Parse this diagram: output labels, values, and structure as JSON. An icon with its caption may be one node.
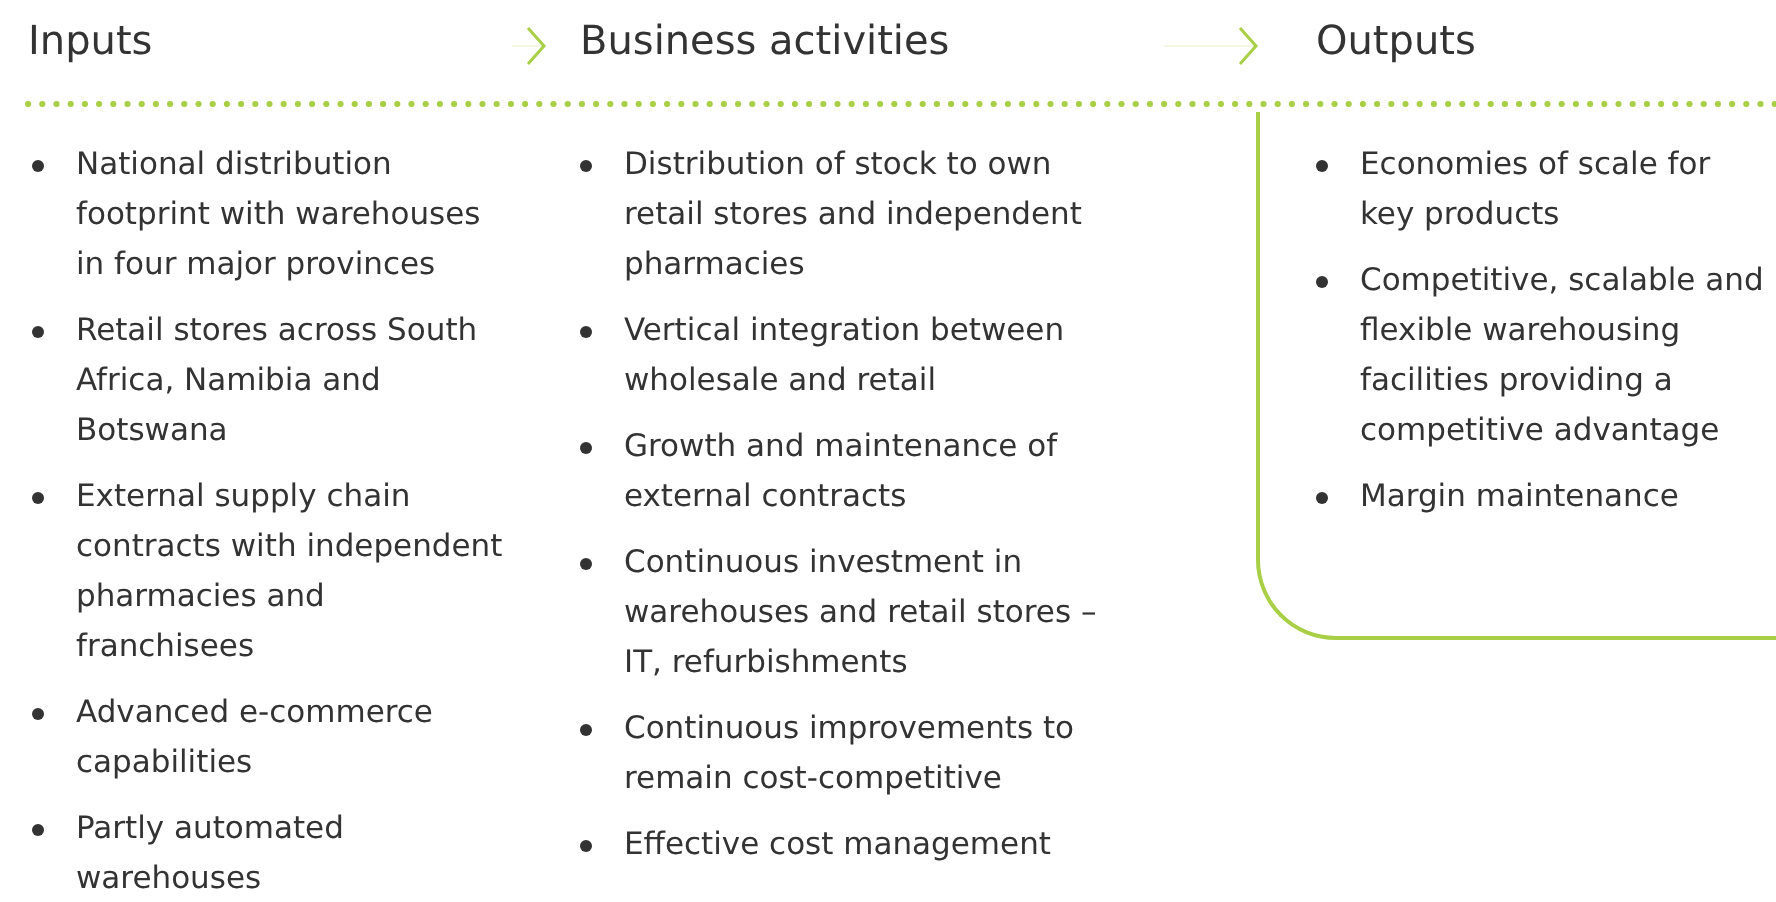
{
  "diagram": {
    "nodes": [
      {
        "text": [
          "Inputs",
          "National distribution footprint with warehouses in four major provinces",
          "Retail stores across South Africa, Namibia and Botswana",
          "External supply chain contracts with independent pharmacies and franchisees",
          "Advanced e-commerce capabilities",
          "Partly automated warehouses"
        ]
      },
      {
        "text": [
          "Business activities",
          "Distribution of stock to own retail stores and independent pharmacies",
          "Vertical integration between wholesale and retail",
          "Growth and maintenance of external contracts",
          "Continuous investment in warehouses and retail stores – IT, refurbishments",
          "Continuous improvements to remain cost-competitive",
          "Effective cost management"
        ]
      },
      {
        "text": [
          "Outputs",
          "Economies of scale for key products",
          "Competitive, scalable and flexible warehousing facilities providing a competitive advantage",
          "Margin maintenance"
        ]
      }
    ],
    "edges": [
      {
        "from": 0,
        "to": 1,
        "arrow": "to"
      },
      {
        "from": 1,
        "to": 2,
        "arrow": "to"
      }
    ]
  }
}
